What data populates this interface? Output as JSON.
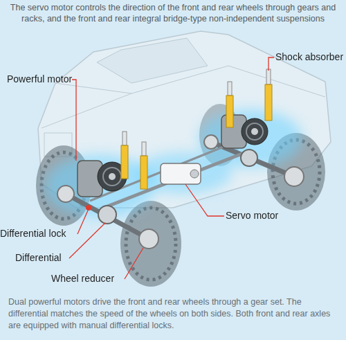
{
  "diagram": {
    "title": "The servo motor controls the direction of the front and rear wheels through gears and racks, and the front and rear integral bridge-type non-independent suspensions",
    "caption": "Dual powerful motors drive the front and rear wheels through a gear set. The differential matches the speed of the wheels on both sides. Both front and rear axles are equipped with manual differential locks.",
    "labels": [
      "Shock absorber",
      "Powerful motor",
      "Servo motor",
      "Differential lock",
      "Differential",
      "Wheel reducer"
    ]
  }
}
